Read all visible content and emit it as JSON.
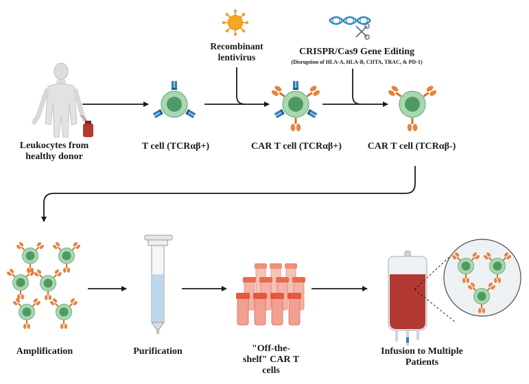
{
  "labels": {
    "donor_line1": "Leukocytes from",
    "donor_line2": "healthy donor",
    "tcell": "T cell (TCRαβ+)",
    "cart_pos": "CAR T cell (TCRαβ+)",
    "cart_neg": "CAR T cell (TCRαβ-)",
    "lentivirus_line1": "Recombinant",
    "lentivirus_line2": "lentivirus",
    "crispr_title": "CRISPR/Cas9 Gene Editing",
    "crispr_sub": "(Disruption of HLA-A, HLA-B, CIITA, TRAC, & PD-1)",
    "amplification": "Amplification",
    "purification": "Purification",
    "offshelf_line1": "\"Off-the-",
    "offshelf_line2": "shelf\" CAR T",
    "offshelf_line3": "cells",
    "infusion_line1": "Infusion to Multiple",
    "infusion_line2": "Patients"
  },
  "colors": {
    "cell_fill": "#a9d7b0",
    "cell_stroke": "#5f9a6c",
    "nucleus": "#4f9a64",
    "tcr_blue": "#2f7fb8",
    "car_orange": "#e8823b",
    "virus_orange": "#f0a030",
    "dna_blue": "#2f8dbf",
    "blood_red": "#b23a32",
    "tube_red": "#e5573e",
    "arrow": "#1a1a1a"
  },
  "icons": [
    "human-figure-icon",
    "blood-bag-icon",
    "virus-icon",
    "dna-helix-icon",
    "scissors-icon",
    "purification-column-icon",
    "cell-tubes-icon",
    "iv-bag-icon"
  ]
}
